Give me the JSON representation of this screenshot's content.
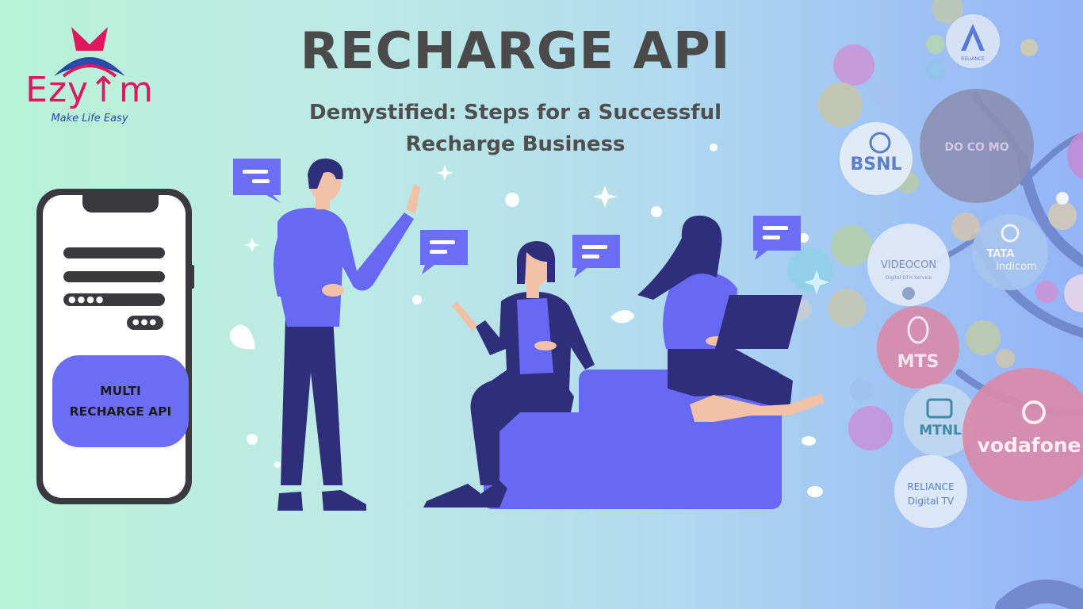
{
  "logo": {
    "word": "Ezy↑m",
    "tagline": "Make Life Easy"
  },
  "headline": "RECHARGE API",
  "subheadline": "Demystified: Steps for a Successful\nRecharge Business",
  "phone": {
    "password_mask": "●●●●",
    "dots_button": "●●●",
    "cta_label": "MULTI\nRECHARGE API"
  },
  "operators": {
    "bsnl": "BSNL",
    "videocon": "VIDEOCON",
    "videocon_sub": "Digital DTH Service",
    "tata_1": "TATA",
    "tata_2": "indicom",
    "mts": "MTS",
    "mtnl": "MTNL",
    "vodafone": "vodafone",
    "reliance_1": "RELIANCE",
    "reliance_2": "Digital TV",
    "reliance_top": "RELIANCE",
    "docomo": "DO CO MO"
  },
  "colors": {
    "accent_purple": "#6c6ef8",
    "figure_navy": "#2f2e7a",
    "brand_pink": "#e0165f",
    "brand_blue": "#2b4aa8",
    "heading_gray": "#4a4a4a"
  }
}
